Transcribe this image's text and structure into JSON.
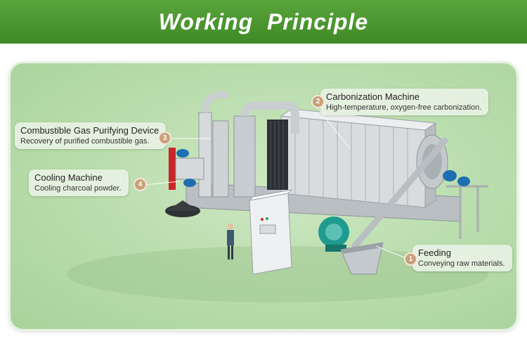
{
  "header": {
    "title": "Working Principle"
  },
  "callouts": {
    "carbonization": {
      "number": "2",
      "title": "Carbonization Machine",
      "desc": "High-temperature, oxygen-free carbonization."
    },
    "gas": {
      "number": "3",
      "title": "Combustible Gas Purifying Device",
      "desc": "Recovery of purified combustible gas."
    },
    "cooling": {
      "number": "4",
      "title": "Cooling Machine",
      "desc": "Cooling charcoal powder."
    },
    "feeding": {
      "number": "1",
      "title": "Feeding",
      "desc": "Conveying raw materials."
    }
  },
  "colors": {
    "banner": "#4a9a30",
    "panel": "#b8dcab",
    "badge": "#c9a07a",
    "accent_red": "#c8262a",
    "fan_teal": "#1f9a8e"
  }
}
